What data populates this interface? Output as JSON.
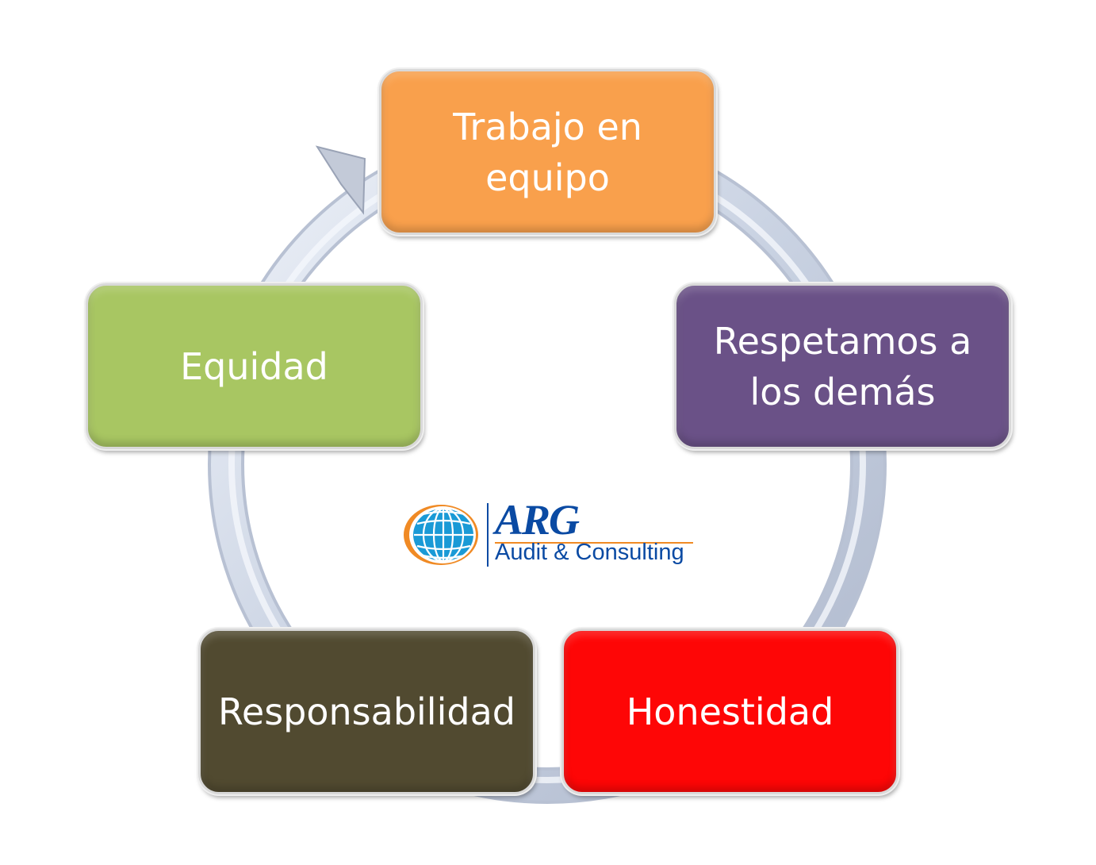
{
  "diagram": {
    "type": "cycle",
    "nodes": [
      {
        "label": "Trabajo en equipo",
        "color": "#f9a04c"
      },
      {
        "label": "Respetamos a los demás",
        "color": "#6a5187"
      },
      {
        "label": "Honestidad",
        "color": "#fe0606"
      },
      {
        "label": "Responsabilidad",
        "color": "#514a30"
      },
      {
        "label": "Equidad",
        "color": "#a8c662"
      }
    ],
    "ring_color": "#d3dbe8"
  },
  "logo": {
    "brand": "ARG",
    "tagline": "Audit & Consulting",
    "primary": "#0a4aa3",
    "accent": "#f08a24"
  }
}
